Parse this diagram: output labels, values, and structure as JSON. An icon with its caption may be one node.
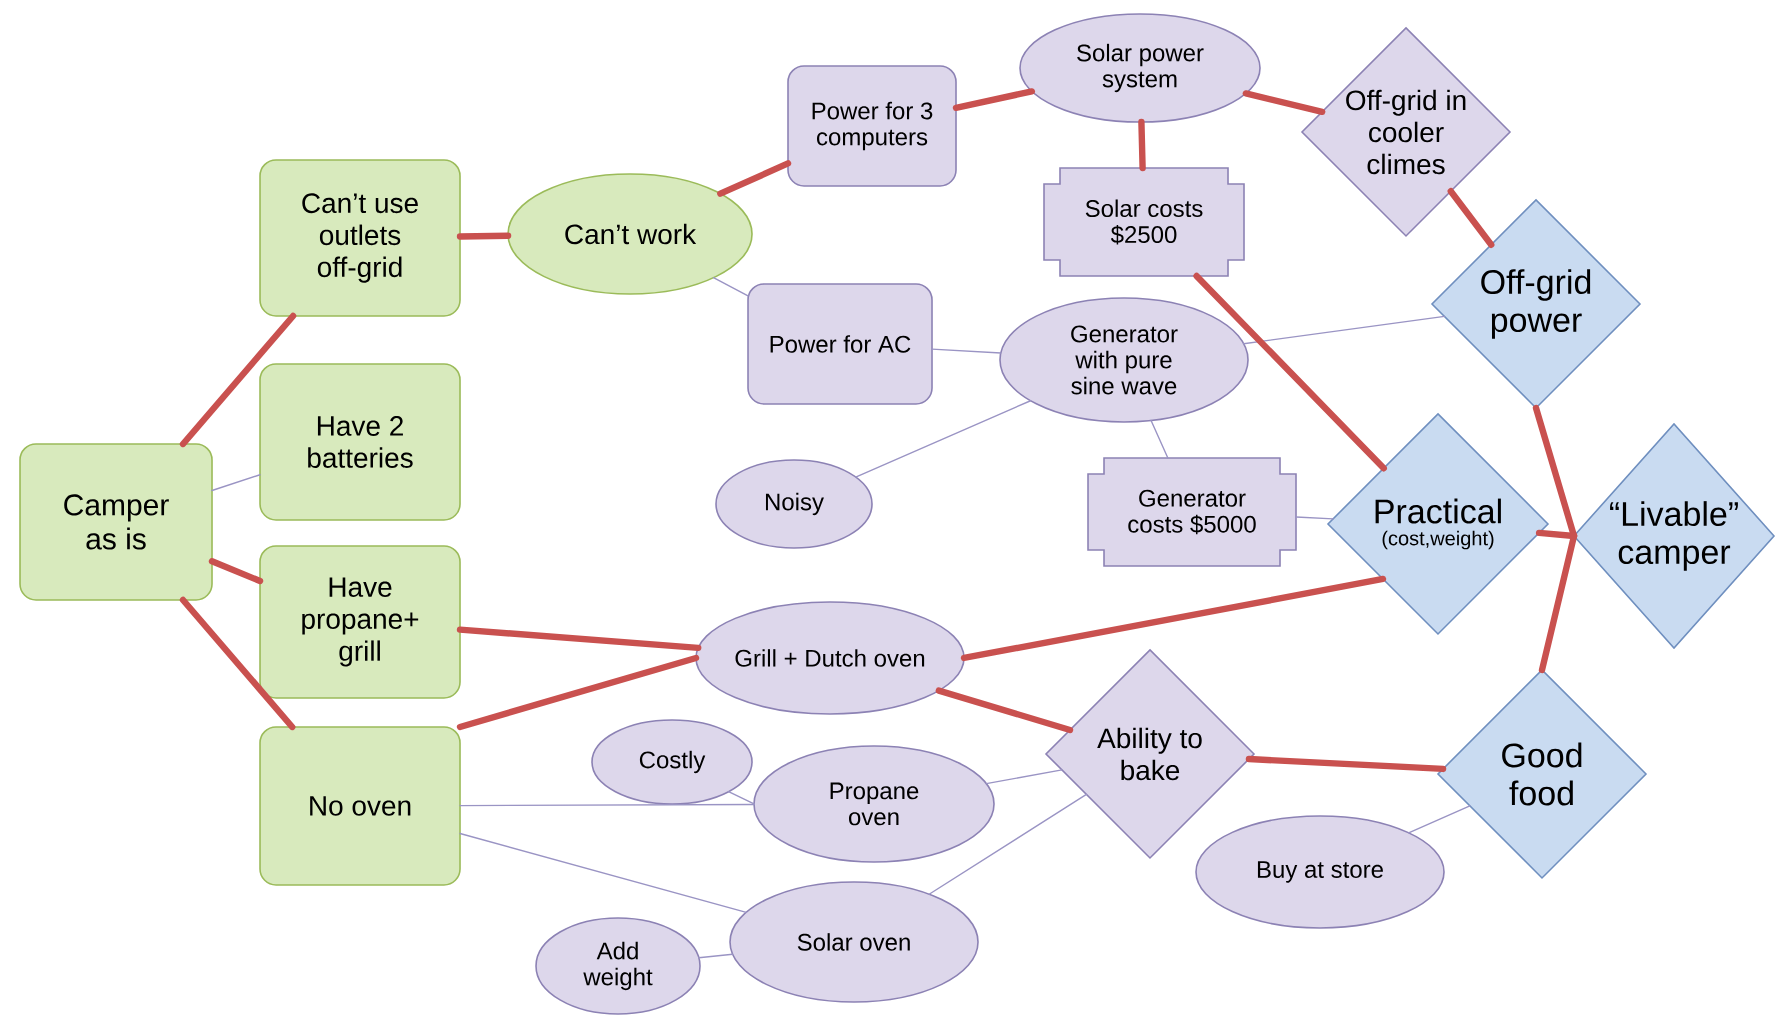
{
  "diagram": {
    "nodes": [
      {
        "text": [
          "Camper as is"
        ]
      },
      {
        "text": [
          "Can’t use outlets off-grid"
        ]
      },
      {
        "text": [
          "Have 2 batteries"
        ]
      },
      {
        "text": [
          "Have propane+ grill"
        ]
      },
      {
        "text": [
          "No oven"
        ]
      },
      {
        "text": [
          "Can’t work"
        ]
      },
      {
        "text": [
          "Power for 3 computers"
        ]
      },
      {
        "text": [
          "Power for AC"
        ]
      },
      {
        "text": [
          "Solar power system"
        ]
      },
      {
        "text": [
          "Off-grid in cooler climes"
        ]
      },
      {
        "text": [
          "Solar costs $2500"
        ]
      },
      {
        "text": [
          "Generator with pure sine wave"
        ]
      },
      {
        "text": [
          "Off-grid power"
        ]
      },
      {
        "text": [
          "Noisy"
        ]
      },
      {
        "text": [
          "Generator costs $5000"
        ]
      },
      {
        "text": [
          "Practical",
          "(cost,weight)"
        ]
      },
      {
        "text": [
          "“Livable” camper"
        ]
      },
      {
        "text": [
          "Grill + Dutch oven"
        ]
      },
      {
        "text": [
          "Ability to bake"
        ]
      },
      {
        "text": [
          "Good food"
        ]
      },
      {
        "text": [
          "Costly"
        ]
      },
      {
        "text": [
          "Propane oven"
        ]
      },
      {
        "text": [
          "Buy at store"
        ]
      },
      {
        "text": [
          "Add weight"
        ]
      },
      {
        "text": [
          "Solar oven"
        ]
      }
    ],
    "edges": [
      {
        "from": 0,
        "to": 1,
        "arrow": "none"
      },
      {
        "from": 0,
        "to": 2,
        "arrow": "none",
        "color": "#9a94c4"
      },
      {
        "from": 0,
        "to": 3,
        "arrow": "none"
      },
      {
        "from": 0,
        "to": 4,
        "arrow": "none"
      },
      {
        "from": 1,
        "to": 5,
        "arrow": "none"
      },
      {
        "from": 5,
        "to": 6,
        "arrow": "none"
      },
      {
        "from": 5,
        "to": 7,
        "arrow": "none",
        "color": "#9a94c4"
      },
      {
        "from": 6,
        "to": 8,
        "arrow": "none"
      },
      {
        "from": 8,
        "to": 10,
        "arrow": "none"
      },
      {
        "from": 8,
        "to": 9,
        "arrow": "none"
      },
      {
        "from": 9,
        "to": 12,
        "arrow": "none"
      },
      {
        "from": 7,
        "to": 11,
        "arrow": "none",
        "color": "#9a94c4"
      },
      {
        "from": 11,
        "to": 12,
        "arrow": "none",
        "color": "#9a94c4"
      },
      {
        "from": 11,
        "to": 13,
        "arrow": "none",
        "color": "#9a94c4"
      },
      {
        "from": 11,
        "to": 14,
        "arrow": "none",
        "color": "#9a94c4"
      },
      {
        "from": 10,
        "to": 15,
        "arrow": "none"
      },
      {
        "from": 14,
        "to": 15,
        "arrow": "none",
        "color": "#9a94c4"
      },
      {
        "from": 12,
        "to": 16,
        "arrow": "none"
      },
      {
        "from": 15,
        "to": 16,
        "arrow": "none"
      },
      {
        "from": 19,
        "to": 16,
        "arrow": "none"
      },
      {
        "from": 3,
        "to": 17,
        "arrow": "none"
      },
      {
        "from": 4,
        "to": 17,
        "arrow": "none"
      },
      {
        "from": 17,
        "to": 15,
        "arrow": "none"
      },
      {
        "from": 17,
        "to": 18,
        "arrow": "none"
      },
      {
        "from": 18,
        "to": 19,
        "arrow": "none"
      },
      {
        "from": 4,
        "to": 21,
        "arrow": "none",
        "color": "#9a94c4"
      },
      {
        "from": 20,
        "to": 21,
        "arrow": "none",
        "color": "#9a94c4"
      },
      {
        "from": 4,
        "to": 24,
        "arrow": "none",
        "color": "#9a94c4"
      },
      {
        "from": 23,
        "to": 24,
        "arrow": "none",
        "color": "#9a94c4"
      },
      {
        "from": 21,
        "to": 18,
        "arrow": "none",
        "color": "#9a94c4"
      },
      {
        "from": 24,
        "to": 18,
        "arrow": "none",
        "color": "#9a94c4"
      },
      {
        "from": 22,
        "to": 19,
        "arrow": "none",
        "color": "#9a94c4"
      }
    ]
  }
}
